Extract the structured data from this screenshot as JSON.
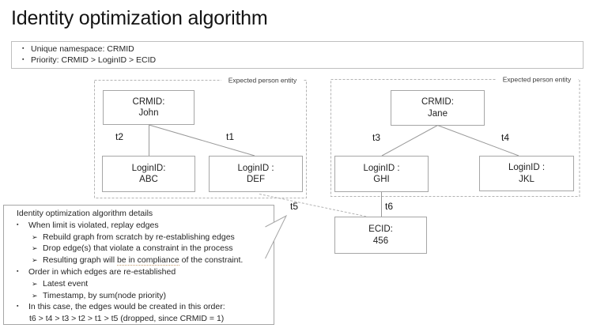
{
  "slide": {
    "title": "Identity optimization algorithm"
  },
  "rules": {
    "bullet": "▪",
    "items": [
      "Unique namespace: CRMID",
      "Priority: CRMID > LoginID > ECID"
    ]
  },
  "groups": {
    "left_label": "Expected person entity",
    "right_label": "Expected person entity"
  },
  "nodes": {
    "john": {
      "line1": "CRMID:",
      "line2": "John"
    },
    "abc": {
      "line1": "LoginID:",
      "line2": "ABC"
    },
    "def": {
      "line1": "LoginID :",
      "line2": "DEF"
    },
    "jane": {
      "line1": "CRMID:",
      "line2": "Jane"
    },
    "ghi": {
      "line1": "LoginID :",
      "line2": "GHI"
    },
    "jkl": {
      "line1": "LoginID :",
      "line2": "JKL"
    },
    "ecid": {
      "line1": "ECID:",
      "line2": "456"
    }
  },
  "edges": {
    "t1": "t1",
    "t2": "t2",
    "t3": "t3",
    "t4": "t4",
    "t5": "t5",
    "t6": "t6"
  },
  "callout": {
    "heading": "Identity optimization algorithm details",
    "bullet": "▪",
    "arrow": "➢",
    "lines": [
      {
        "text": "When limit is violated, replay edges"
      },
      {
        "text": "Rebuild graph from scratch by re-establishing edges"
      },
      {
        "text": "Drop edge(s) that violate a constraint in the process"
      },
      {
        "pre": "Resulting graph will ",
        "underlined": "be in compliance",
        "post": " of the constraint."
      },
      {
        "text": "Order in which edges are re-established"
      },
      {
        "text": "Latest event"
      },
      {
        "text": "Timestamp, by sum(node priority)"
      },
      {
        "text": "In this case, the edges would be created in this order:"
      },
      {
        "text": "t6 > t4 > t3 > t2 > t1 > t5 (dropped, since CRMID = 1)"
      }
    ]
  },
  "colors": {
    "node_border": "#a6a6a6",
    "rules_border": "#bfbfbf",
    "dashed_border": "#b3b3b3",
    "edge_line": "#999999",
    "text": "#262626",
    "title_text": "#141414",
    "squiggle": "#c69c6d",
    "background": "#ffffff"
  }
}
